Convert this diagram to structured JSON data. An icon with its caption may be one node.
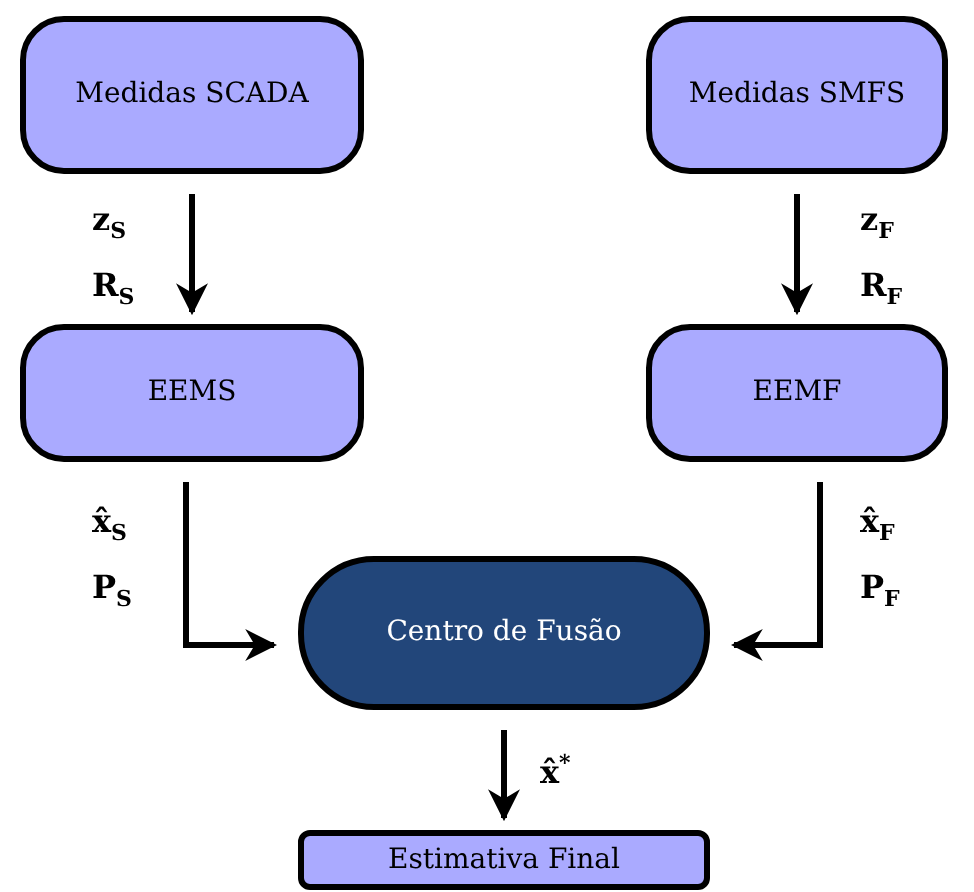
{
  "diagram": {
    "nodes": [
      {
        "text": [
          "Medidas SCADA"
        ]
      },
      {
        "text": [
          "Medidas SMFS"
        ]
      },
      {
        "text": [
          "EEMS"
        ]
      },
      {
        "text": [
          "EEMF"
        ]
      },
      {
        "text": [
          "Centro de Fusão"
        ]
      },
      {
        "text": [
          "Estimativa Final"
        ]
      }
    ],
    "edges": [
      {
        "from": 0,
        "to": 2,
        "arrow": "to",
        "label": "z$_{S}$ R$_{S}$"
      },
      {
        "from": 1,
        "to": 3,
        "arrow": "to",
        "label": "z$_{F}$ R$_{F}$"
      },
      {
        "from": 2,
        "to": 4,
        "arrow": "to",
        "label": "x̂$_{S}$ P$_{S}$"
      },
      {
        "from": 3,
        "to": 4,
        "arrow": "to",
        "label": "x̂$_{F}$ P$_{F}$"
      },
      {
        "from": 4,
        "to": 5,
        "arrow": "to",
        "label": "x̂$^{*}$"
      }
    ]
  }
}
